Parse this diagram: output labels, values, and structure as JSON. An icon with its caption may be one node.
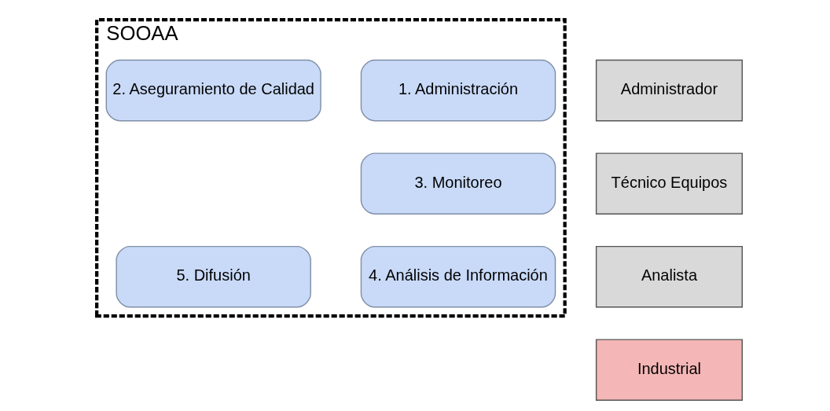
{
  "diagram": {
    "nodes": [
      {
        "text": [
          "SOOAA"
        ]
      },
      {
        "text": [
          "1. Administración"
        ],
        "in": 0
      },
      {
        "text": [
          "2. Aseguramiento de Calidad"
        ],
        "in": 0
      },
      {
        "text": [
          "3. Monitoreo"
        ],
        "in": 0
      },
      {
        "text": [
          "4. Análisis de Información"
        ],
        "in": 0
      },
      {
        "text": [
          "5. Difusión"
        ],
        "in": 0
      },
      {
        "text": [
          "Administrador"
        ]
      },
      {
        "text": [
          "Técnico Equipos"
        ]
      },
      {
        "text": [
          "Analista"
        ]
      },
      {
        "text": [
          "Industrial"
        ]
      }
    ],
    "edges": []
  }
}
